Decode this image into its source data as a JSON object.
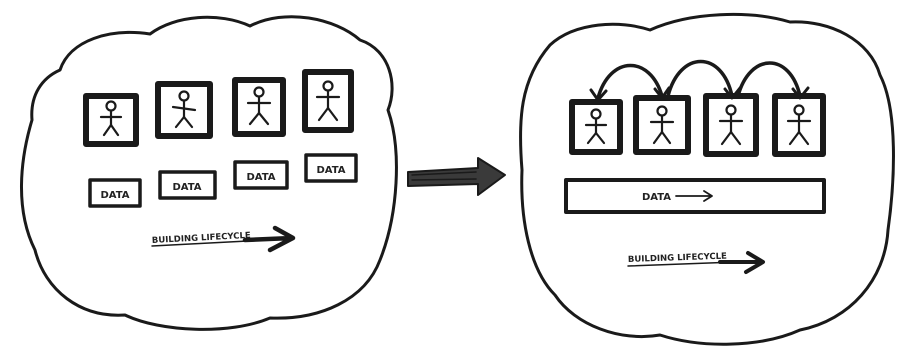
{
  "left_panel": {
    "data_labels": [
      "DATA",
      "DATA",
      "DATA",
      "DATA"
    ],
    "caption": "BUILDING LIFECYCLE"
  },
  "right_panel": {
    "data_label": "DATA",
    "caption": "BUILDING LIFECYCLE"
  }
}
